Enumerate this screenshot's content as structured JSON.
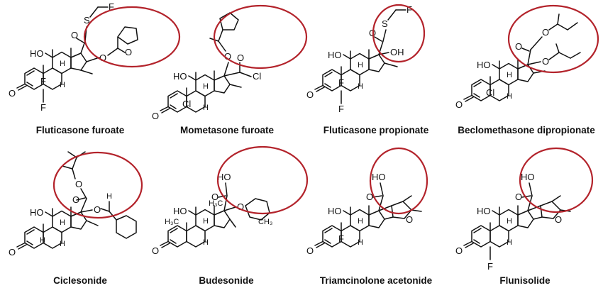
{
  "highlight_color": "#b3232b",
  "compounds": [
    {
      "name": "Fluticasone furoate",
      "atoms": {
        "a1": "HO",
        "a2": "O",
        "a3": "F",
        "a4": "F",
        "a5": "H",
        "a6": "H",
        "a7": "O",
        "a8": "S",
        "a9": "F",
        "a10": "O",
        "a11": "O"
      }
    },
    {
      "name": "Mometasone furoate",
      "atoms": {
        "a1": "HO",
        "a2": "O",
        "a3": "Cl",
        "a4": "H",
        "a5": "H",
        "a6": "O",
        "a7": "Cl",
        "a8": "O"
      }
    },
    {
      "name": "Fluticasone propionate",
      "atoms": {
        "a1": "HO",
        "a2": "O",
        "a3": "F",
        "a4": "F",
        "a5": "H",
        "a6": "H",
        "a7": "OH",
        "a8": "S",
        "a9": "F",
        "a10": "O"
      }
    },
    {
      "name": "Beclomethasone dipropionate",
      "atoms": {
        "a1": "HO",
        "a2": "O",
        "a3": "Cl",
        "a4": "H",
        "a5": "H",
        "a6": "O",
        "a7": "O",
        "a8": "O"
      }
    },
    {
      "name": "Ciclesonide",
      "atoms": {
        "a1": "HO",
        "a2": "O",
        "a3": "H",
        "a4": "H",
        "a5": "H",
        "a6": "O",
        "a7": "O",
        "a8": "O",
        "a9": "H"
      }
    },
    {
      "name": "Budesonide",
      "atoms": {
        "a1": "HO",
        "a2": "O",
        "a3": "H₃C",
        "a4": "H₃C",
        "a5": "H",
        "a6": "H",
        "a7": "HO",
        "a8": "O",
        "a9": "O",
        "a10": "CH₃"
      }
    },
    {
      "name": "Triamcinolone acetonide",
      "atoms": {
        "a1": "HO",
        "a2": "O",
        "a3": "F",
        "a4": "H",
        "a5": "H",
        "a6": "HO",
        "a7": "O",
        "a8": "O"
      }
    },
    {
      "name": "Flunisolide",
      "atoms": {
        "a1": "HO",
        "a2": "O",
        "a3": "F",
        "a4": "H",
        "a5": "H",
        "a6": "HO",
        "a7": "O",
        "a8": "O"
      }
    }
  ]
}
